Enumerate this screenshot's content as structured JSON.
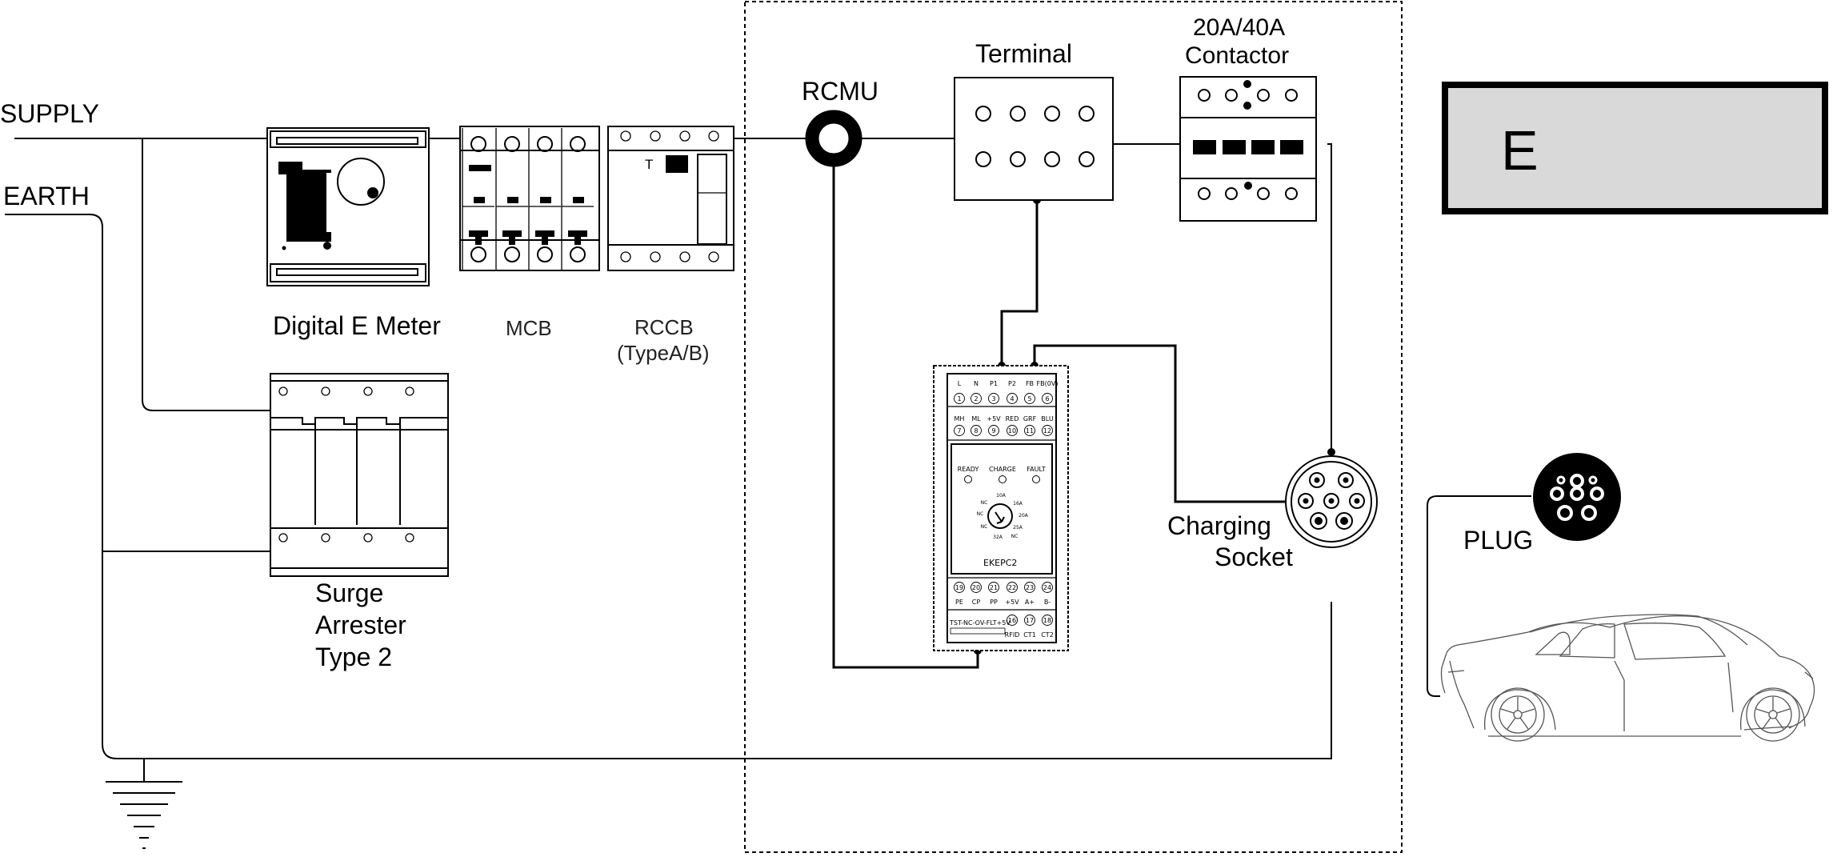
{
  "labels": {
    "supply": "SUPPLY",
    "earth": "EARTH",
    "meter": "Digital E Meter",
    "mcb": "MCB",
    "rccb_line1": "RCCB",
    "rccb_line2": "(TypeA/B)",
    "rccb_t": "T",
    "rcmu": "RCMU",
    "terminal": "Terminal",
    "contactor_line1": "20A/40A",
    "contactor_line2": "Contactor",
    "surge_line1": "Surge",
    "surge_line2": "Arrester",
    "surge_line3": "Type 2",
    "socket_line1": "Charging",
    "socket_line2": "Socket",
    "plug": "PLUG",
    "logo_letter": "E"
  },
  "controller": {
    "model": "EKEPC2",
    "top_row1": [
      "L",
      "N",
      "P1",
      "P2",
      "FB",
      "FB(0V)"
    ],
    "top_num1": [
      "1",
      "2",
      "3",
      "4",
      "5",
      "6"
    ],
    "top_row2": [
      "MH",
      "ML",
      "+5V",
      "RED",
      "GRF",
      "BLU"
    ],
    "top_num2": [
      "7",
      "8",
      "9",
      "10",
      "11",
      "12"
    ],
    "leds": [
      "READY",
      "CHARGE",
      "FAULT"
    ],
    "dial": [
      "10A",
      "16A",
      "20A",
      "25A",
      "32A",
      "NC",
      "NC",
      "NC",
      "NC"
    ],
    "bot_num1": [
      "19",
      "20",
      "21",
      "22",
      "23",
      "24"
    ],
    "bot_row1": [
      "PE",
      "CP",
      "PP",
      "+5V",
      "A+",
      "B-"
    ],
    "bot_strip": "TST-NC-OV-FLT+5V",
    "bot_num2": [
      "16",
      "17",
      "18"
    ],
    "bot_row2": [
      "RFID",
      "CT1",
      "CT2"
    ]
  }
}
